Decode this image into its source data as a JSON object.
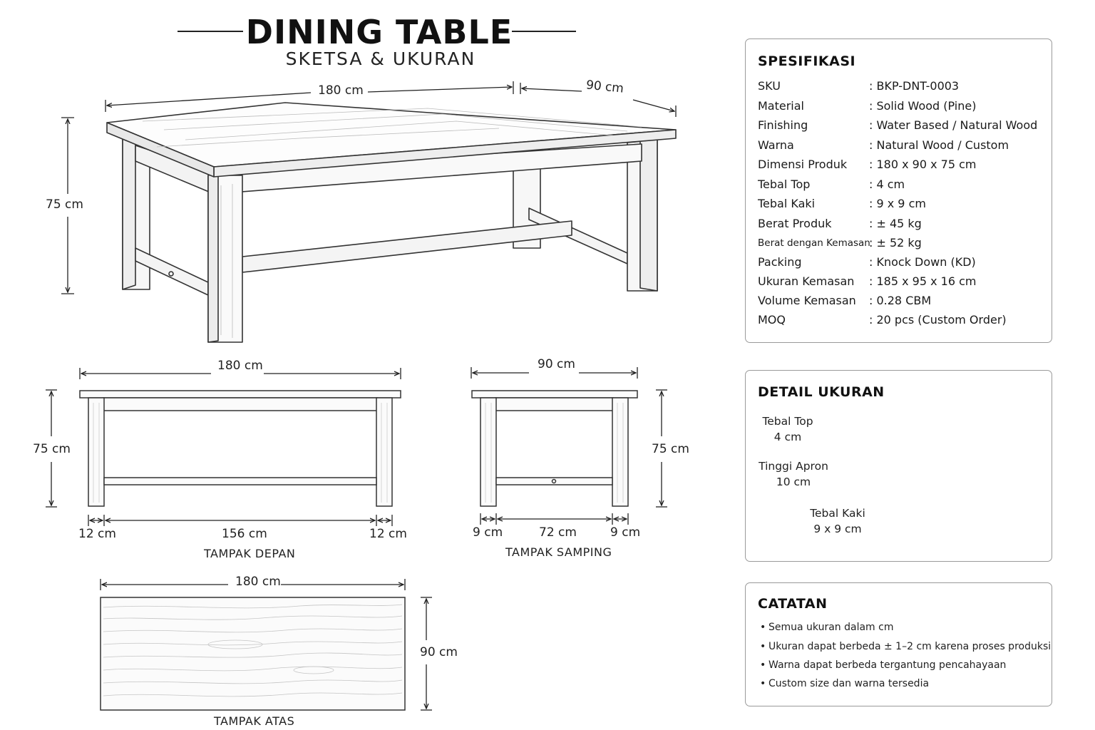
{
  "header": {
    "title": "DINING TABLE",
    "subtitle": "SKETSA & UKURAN"
  },
  "perspective": {
    "length": "180 cm",
    "depth": "90 cm",
    "height": "75 cm"
  },
  "front_view": {
    "label": "TAMPAK DEPAN",
    "width": "180 cm",
    "height": "75 cm",
    "leg_left": "12 cm",
    "inner": "156 cm",
    "leg_right": "12 cm"
  },
  "side_view": {
    "label": "TAMPAK SAMPING",
    "width": "90 cm",
    "height": "75 cm",
    "leg_left": "9 cm",
    "inner": "72 cm",
    "leg_right": "9 cm"
  },
  "top_view": {
    "label": "TAMPAK ATAS",
    "width": "180 cm",
    "depth": "90 cm"
  },
  "spec_panel": {
    "title": "SPESIFIKASI",
    "rows": [
      {
        "key": "SKU",
        "value": ": BKP-DNT-0003"
      },
      {
        "key": "Material",
        "value": ": Solid Wood (Pine)"
      },
      {
        "key": "Finishing",
        "value": ": Water Based / Natural Wood"
      },
      {
        "key": "Warna",
        "value": ": Natural Wood / Custom"
      },
      {
        "key": "Dimensi Produk",
        "value": ": 180 x 90 x 75 cm"
      },
      {
        "key": "Tebal Top",
        "value": ": 4 cm"
      },
      {
        "key": "Tebal Kaki",
        "value": ": 9 x 9 cm"
      },
      {
        "key": "Berat Produk",
        "value": ": ± 45 kg"
      },
      {
        "key": "Berat dengan Kemasan",
        "value": ": ± 52 kg"
      },
      {
        "key": "Packing",
        "value": ": Knock Down (KD)"
      },
      {
        "key": "Ukuran Kemasan",
        "value": ": 185 x 95 x 16 cm"
      },
      {
        "key": "Volume Kemasan",
        "value": ": 0.28 CBM"
      },
      {
        "key": "MOQ",
        "value": ": 20 pcs (Custom Order)"
      }
    ]
  },
  "detail_panel": {
    "title": "DETAIL UKURAN",
    "top_thickness_label": "Tebal Top",
    "top_thickness_value": "4 cm",
    "apron_label": "Tinggi Apron",
    "apron_value": "10 cm",
    "leg_label": "Tebal Kaki",
    "leg_value": "9 x 9 cm"
  },
  "notes_panel": {
    "title": "CATATAN",
    "bullet": "•",
    "items": [
      "Semua ukuran dalam cm",
      "Ukuran dapat berbeda ± 1–2 cm karena proses produksi",
      "Warna dapat berbeda tergantung pencahayaan",
      "Custom size dan warna tersedia"
    ]
  }
}
